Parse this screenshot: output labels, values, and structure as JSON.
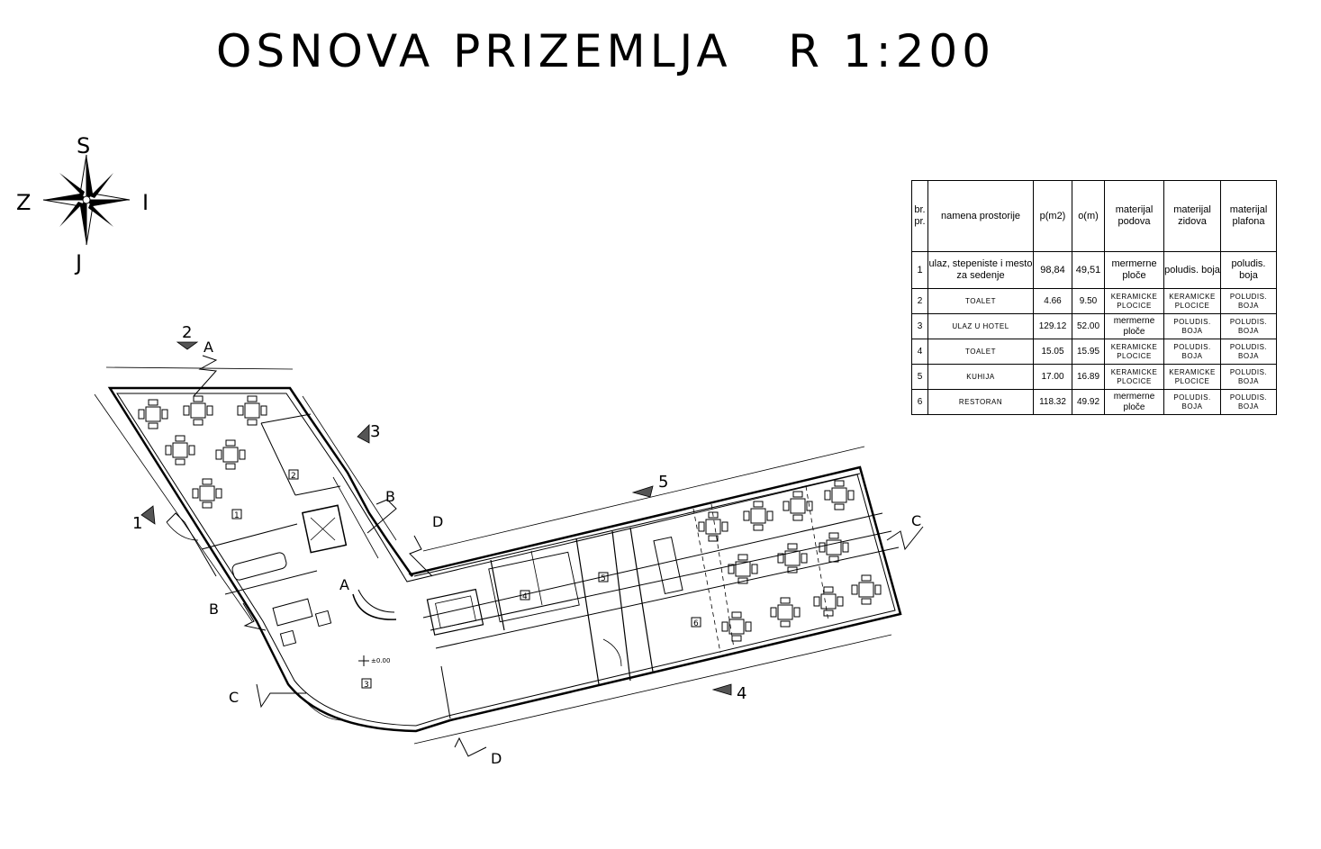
{
  "title": "OSNOVA PRIZEMLJA   R 1:200",
  "compass": {
    "north": "S",
    "south": "J",
    "west": "Z",
    "east": "I"
  },
  "table": {
    "headers": [
      "br. pr.",
      "namena prostorije",
      "p(m2)",
      "o(m)",
      "materijal podova",
      "materijal zidova",
      "materijal plafona"
    ],
    "rows": [
      [
        "1",
        "ulaz, stepeniste i mesto za sedenje",
        "98,84",
        "49,51",
        "mermerne ploče",
        "poludis. boja",
        "poludis. boja"
      ],
      [
        "2",
        "TOALET",
        "4.66",
        "9.50",
        "KERAMICKE PLOCICE",
        "KERAMICKE PLOCICE",
        "POLUDIS. BOJA"
      ],
      [
        "3",
        "ULAZ U HOTEL",
        "129.12",
        "52.00",
        "mermerne ploče",
        "POLUDIS. BOJA",
        "POLUDIS. BOJA"
      ],
      [
        "4",
        "TOALET",
        "15.05",
        "15.95",
        "KERAMICKE PLOCICE",
        "POLUDIS. BOJA",
        "POLUDIS. BOJA"
      ],
      [
        "5",
        "KUHIJA",
        "17.00",
        "16.89",
        "KERAMICKE PLOCICE",
        "KERAMICKE PLOCICE",
        "POLUDIS. BOJA"
      ],
      [
        "6",
        "RESTORAN",
        "118.32",
        "49.92",
        "mermerne ploče",
        "POLUDIS. BOJA",
        "POLUDIS. BOJA"
      ]
    ]
  },
  "section_marks": {
    "top_a_num": "2",
    "top_a": "A",
    "right_b_num": "3",
    "right_b": "B",
    "left_b_num": "1",
    "left_b": "B",
    "mid_a": "A",
    "d_top": "D",
    "d_bottom": "D",
    "c_left": "C",
    "c_right": "C",
    "mark5": "5",
    "mark4": "4"
  },
  "room_numbers": [
    "1",
    "2",
    "3",
    "4",
    "5",
    "6"
  ],
  "elevation": "±0.00"
}
